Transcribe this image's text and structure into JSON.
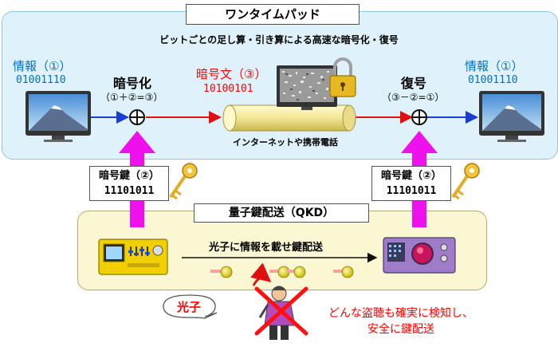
{
  "title": "ワンタイムパッド",
  "subtitle": "ビットごとの足し算・引き算による高速な暗号化・復号",
  "left_info": {
    "label": "情報（①）",
    "bits": "01001110"
  },
  "right_info": {
    "label": "情報（①）",
    "bits": "01001110"
  },
  "encrypt": {
    "label": "暗号化",
    "formula": "（①＋②=③）"
  },
  "decrypt": {
    "label": "復号",
    "formula": "（③－②=①）"
  },
  "ciphertext": {
    "label": "暗号文（③）",
    "bits": "10100101"
  },
  "channel_label": "インターネットや携帯電話",
  "key_left": {
    "label": "暗号鍵（②）",
    "bits": "11101011"
  },
  "key_right": {
    "label": "暗号鍵（②）",
    "bits": "11101011"
  },
  "qkd_title": "量子鍵配送（QKD）",
  "photon_caption": "光子に情報を載せ鍵配送",
  "photon_bubble": "光子",
  "eavesdrop_text": [
    "どんな盗聴も確実に検知し、",
    "安全に鍵配送"
  ],
  "colors": {
    "blue_text": "#0070c0",
    "red_text": "#ff0000",
    "arrow_magenta": "#ee11ee",
    "panel_top": "#dff2fb",
    "panel_bottom": "#fbf7d2"
  }
}
